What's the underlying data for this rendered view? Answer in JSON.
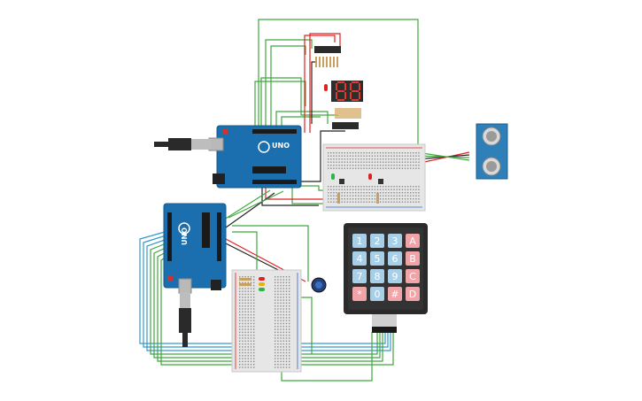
{
  "arduino_top": {
    "label": "UNO",
    "board_color": "#1b6fae"
  },
  "arduino_bottom": {
    "label": "UNO",
    "board_color": "#1b6fae"
  },
  "seven_segment": {
    "digits": [
      "8",
      "8"
    ]
  },
  "keypad": {
    "rows": [
      [
        "1",
        "2",
        "3",
        "A"
      ],
      [
        "4",
        "5",
        "6",
        "B"
      ],
      [
        "7",
        "8",
        "9",
        "C"
      ],
      [
        "*",
        "0",
        "#",
        "D"
      ]
    ],
    "number_key_color": "#a8cfe8",
    "letter_key_color": "#f1a4a8",
    "symbol_key_color": "#f1a4a8"
  },
  "colors": {
    "wire_green": "#3fa63f",
    "wire_red": "#e02020",
    "wire_black": "#222222",
    "wire_blue": "#3399cc",
    "breadboard": "#e6e6e6",
    "ultrasonic": "#2f7fb8"
  }
}
